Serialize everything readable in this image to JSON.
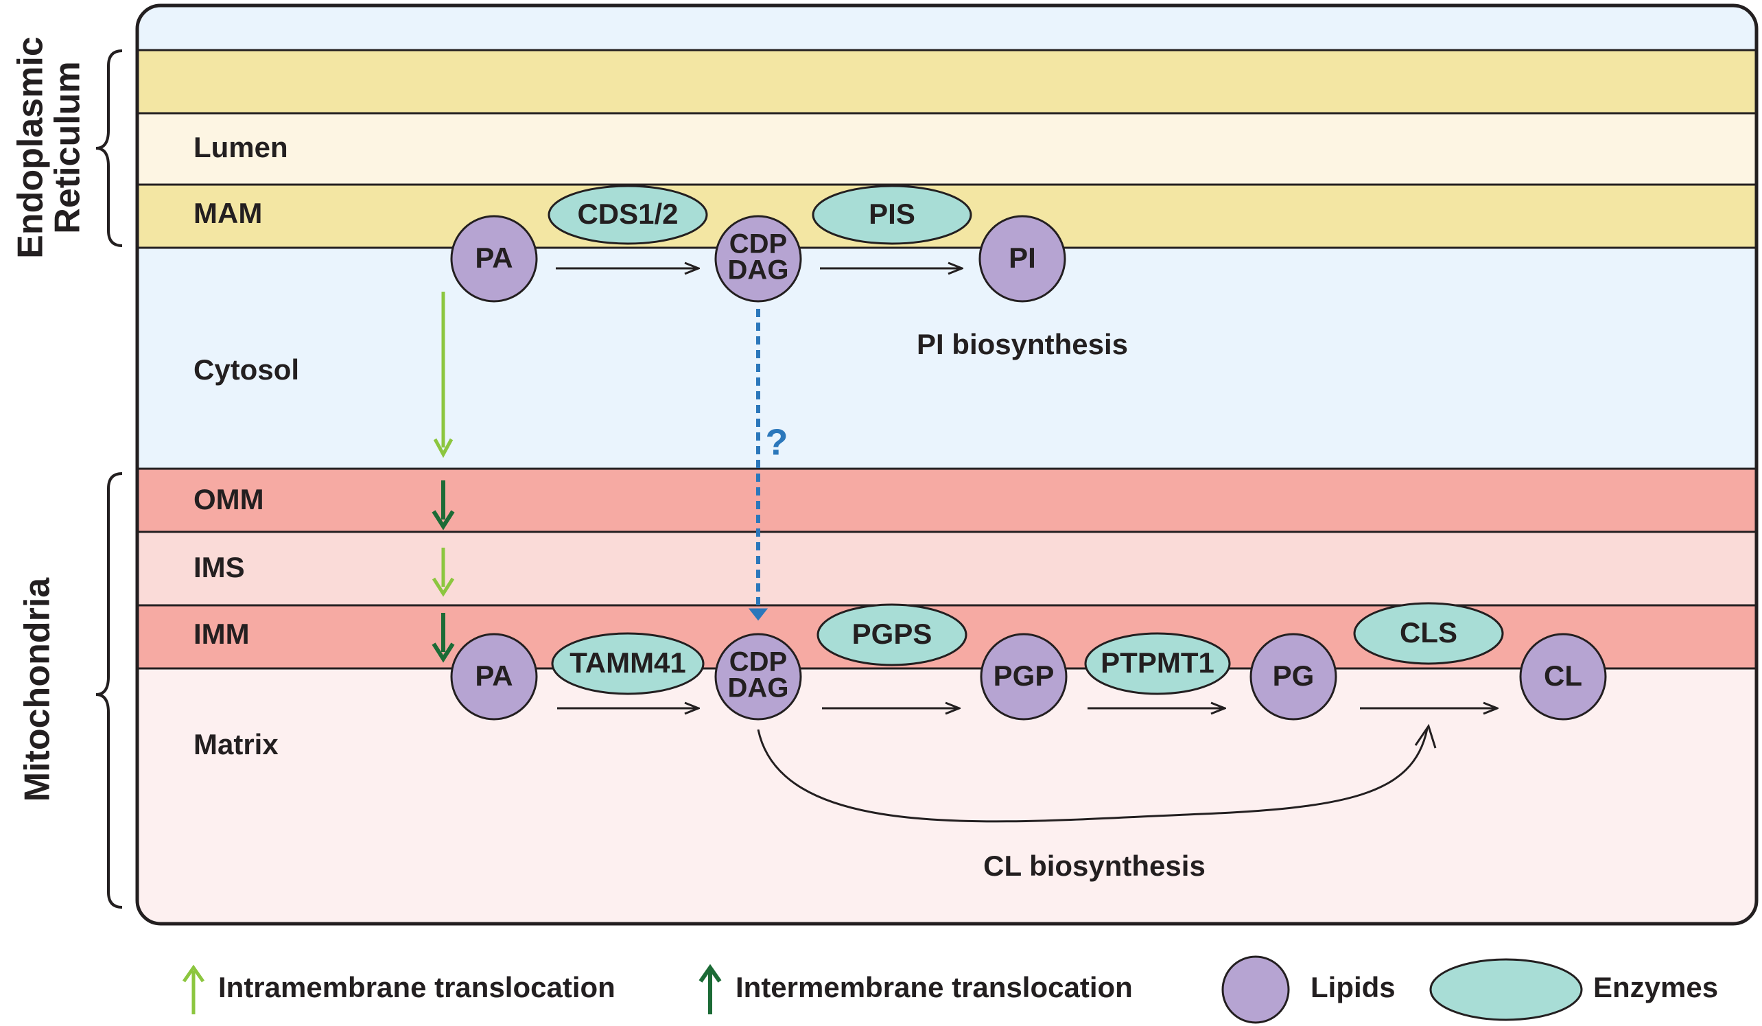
{
  "group_labels": {
    "er_line1": "Endoplasmic",
    "er_line2": "Reticulum",
    "mito": "Mitochondria"
  },
  "compartments": {
    "lumen": "Lumen",
    "mam": "MAM",
    "cytosol": "Cytosol",
    "omm": "OMM",
    "ims": "IMS",
    "imm": "IMM",
    "matrix": "Matrix"
  },
  "er_pathway": {
    "lipids": {
      "pa": "PA",
      "cdpdag_1": "CDP",
      "cdpdag_2": "DAG",
      "pi": "PI"
    },
    "enzymes": {
      "cds": "CDS1/2",
      "pis": "PIS"
    },
    "caption": "PI biosynthesis"
  },
  "mito_pathway": {
    "lipids": {
      "pa": "PA",
      "cdpdag_1": "CDP",
      "cdpdag_2": "DAG",
      "pgp": "PGP",
      "pg": "PG",
      "cl": "CL"
    },
    "enzymes": {
      "tamm41": "TAMM41",
      "pgps": "PGPS",
      "ptpmt1": "PTPMT1",
      "cls": "CLS"
    },
    "caption": "CL biosynthesis"
  },
  "transport_question": "?",
  "legend": {
    "intramembrane": "Intramembrane translocation",
    "intermembrane": "Intermembrane translocation",
    "lipids": "Lipids",
    "enzymes": "Enzymes"
  },
  "colors": {
    "membrane_yellow": "#f3e6a3",
    "lumen": "#fdf5e3",
    "cytosol": "#eaf4fd",
    "membrane_red": "#f6aaa3",
    "ims": "#fadbd8",
    "matrix": "#fdf0f0",
    "lipid": "#b6a4d2",
    "enzyme": "#a8ddd6",
    "light_green": "#8cc63f",
    "dark_green": "#1c6b36",
    "blue_dashed": "#2b77bb"
  }
}
